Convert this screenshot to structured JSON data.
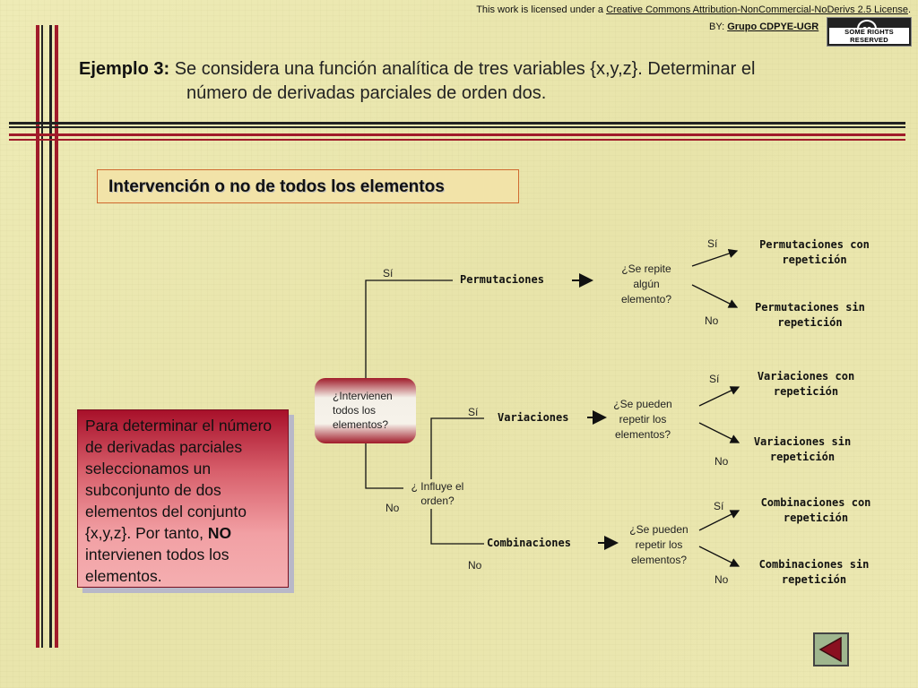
{
  "license": {
    "prefix": "This work is licensed under a ",
    "link": "Creative Commons Attribution-NonCommercial-NoDerivs 2.5 License",
    "suffix": ".",
    "by_label": "BY: ",
    "by_link": "Grupo CDPYE-UGR",
    "badge_cc": "cc",
    "badge_text": "SOME RIGHTS RESERVED"
  },
  "title": {
    "label": "Ejemplo 3:",
    "line1": " Se considera una función analítica de tres variables {x,y,z}. Determinar el",
    "line2": "número de derivadas parciales de orden dos."
  },
  "section_title": "Intervención o no de todos los elementos",
  "note": {
    "text_before": "Para determinar el número de derivadas parciales seleccionamos un subconjunto de dos elementos del conjunto {x,y,z}. Por tanto, ",
    "bold": "NO",
    "text_after": " intervienen todos los elementos."
  },
  "tree": {
    "root_question": [
      "¿Intervienen",
      "todos los",
      "elementos?"
    ],
    "si": "Sí",
    "no": "No",
    "order_question": [
      "¿ Influye el",
      "orden?"
    ],
    "permutaciones": "Permutaciones",
    "variaciones": "Variaciones",
    "combinaciones": "Combinaciones",
    "perm_question": [
      "¿Se repite",
      "algún",
      "elemento?"
    ],
    "var_question": [
      "¿Se pueden",
      "repetir los",
      "elementos?"
    ],
    "comb_question": [
      "¿Se pueden",
      "repetir los",
      "elementos?"
    ],
    "perm_con": [
      "Permutaciones con",
      "repetición"
    ],
    "perm_sin": [
      "Permutaciones sin",
      "repetición"
    ],
    "var_con": [
      "Variaciones con",
      "repetición"
    ],
    "var_sin": [
      "Variaciones sin",
      "repetición"
    ],
    "comb_con": [
      "Combinaciones con",
      "repetición"
    ],
    "comb_sin": [
      "Combinaciones sin",
      "repetición"
    ]
  },
  "colors": {
    "accent_red": "#a01b2a",
    "section_border": "#d06a30"
  },
  "nav": {
    "back_icon": "triangle-left-icon"
  }
}
